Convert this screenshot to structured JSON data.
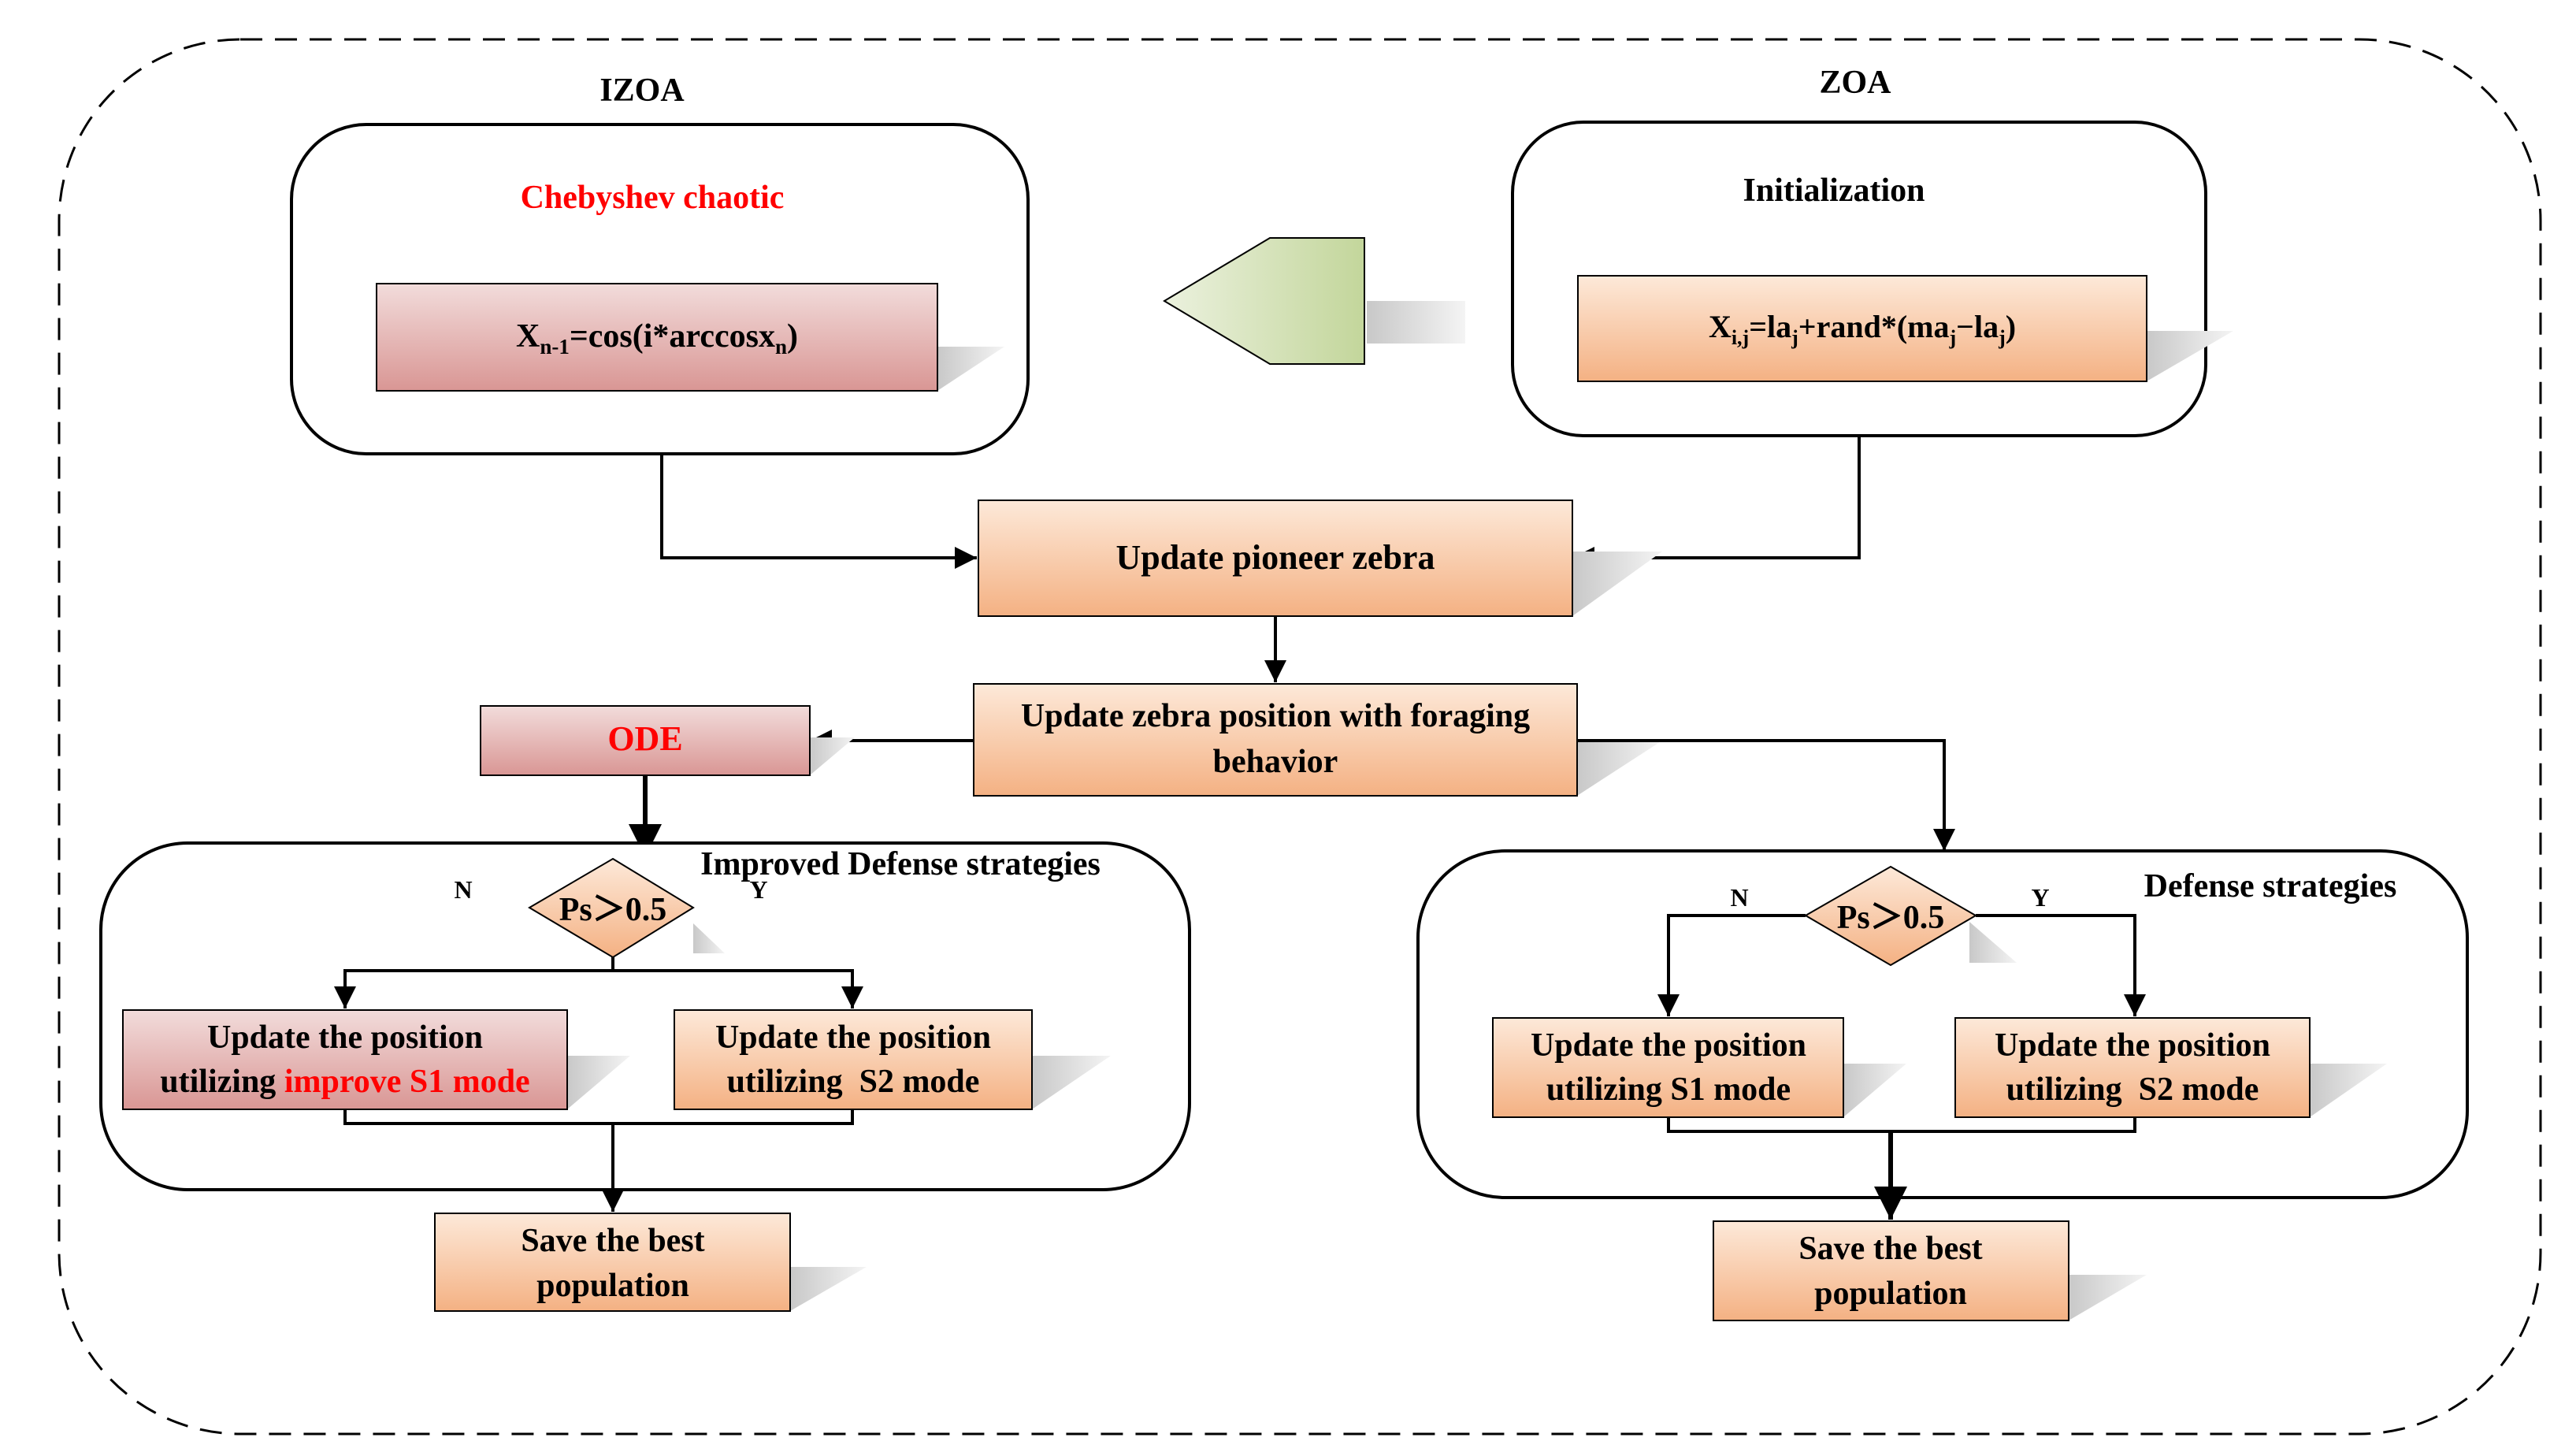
{
  "izoa": {
    "title": "IZOA",
    "chaotic_label": "Chebyshev chaotic",
    "formula": {
      "lhs": "X",
      "lhs_sub": "n-1",
      "rhs": "=cos(i*arccosx",
      "rhs_sub": "n",
      "tail": ")"
    },
    "ode_label": "ODE",
    "defense_title": "Improved Defense strategies",
    "decision": "Ps＞0.5",
    "branch_n": "N",
    "branch_y": "Y",
    "s1_line1": "Update the position",
    "s1_line2_prefix": "utilizing",
    "s1_line2_highlight": "improve S1 mode",
    "s2_line1": "Update the position",
    "s2_line2": "utilizing  S2 mode",
    "save_line1": "Save the best",
    "save_line2": "population"
  },
  "zoa": {
    "title": "ZOA",
    "init_label": "Initialization",
    "formula": {
      "x": "X",
      "x_sub": "i,j",
      "p1": "=la",
      "p1_sub": "j",
      "p2": "+rand*(ma",
      "p2_sub": "j",
      "p3": "−la",
      "p3_sub": "j",
      "p4": ")"
    },
    "defense_title": "Defense strategies",
    "decision": "Ps＞0.5",
    "branch_n": "N",
    "branch_y": "Y",
    "s1_line1": "Update the position",
    "s1_line2": "utilizing S1 mode",
    "s2_line1": "Update the position",
    "s2_line2": "utilizing  S2 mode",
    "save_line1": "Save the best",
    "save_line2": "population"
  },
  "shared": {
    "pioneer_label": "Update pioneer zebra",
    "foraging_line1": "Update zebra position with foraging",
    "foraging_line2": "behavior"
  },
  "colors": {
    "orange_top": "#fde9d9",
    "orange_bottom": "#f4b183",
    "pink_top": "#f2dcdb",
    "pink_bottom": "#d99694",
    "green_top": "#ebf1de",
    "green_bottom": "#c3d69b",
    "shadow": "#d0d0d0",
    "highlight_red": "#ff0000",
    "line": "#000000"
  }
}
